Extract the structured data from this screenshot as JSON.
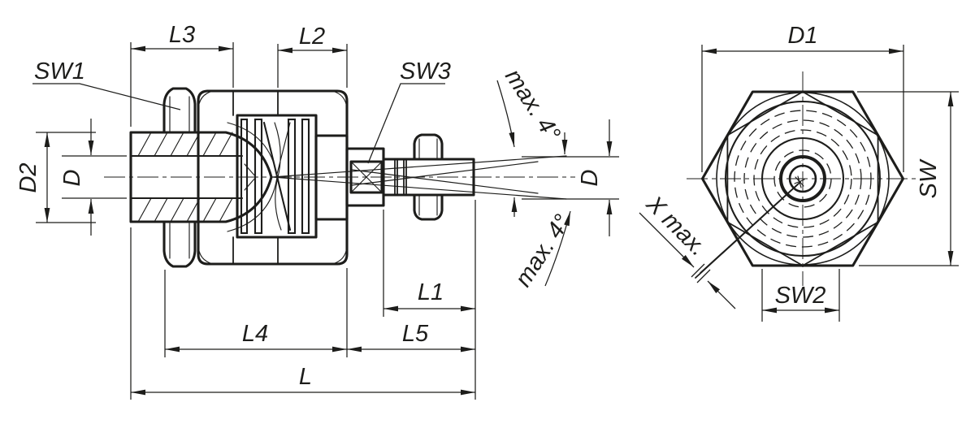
{
  "drawing": {
    "kind": "technical-dimension-drawing",
    "ink_color": "#1d1d1b",
    "paper_color": "#ffffff"
  },
  "left_view": {
    "labels": {
      "sw1": "SW1",
      "sw3": "SW3",
      "l3": "L3",
      "l2": "L2",
      "d2": "D2",
      "d_left": "D",
      "d_right": "D",
      "angle_top": "max. 4°",
      "angle_bottom": "max. 4°",
      "l1": "L1",
      "l4": "L4",
      "l5": "L5",
      "l_total": "L"
    }
  },
  "right_view": {
    "labels": {
      "d1": "D1",
      "sw": "SW",
      "sw2": "SW2",
      "x_max": "X max."
    }
  }
}
